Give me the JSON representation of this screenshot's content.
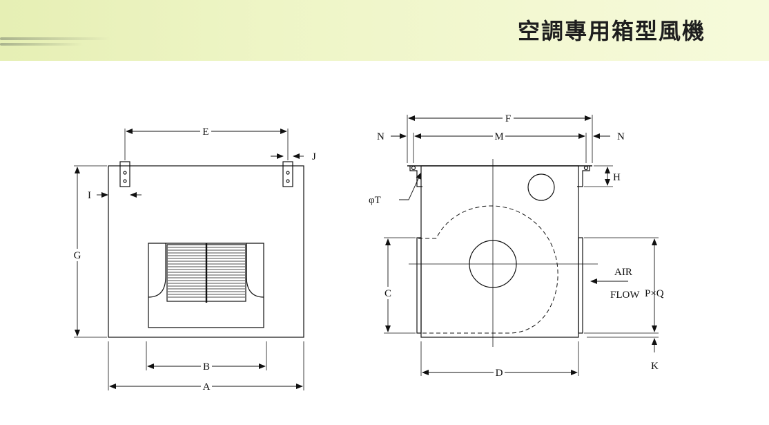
{
  "header": {
    "title": "空調專用箱型風機"
  },
  "front_view": {
    "dim_A": "A",
    "dim_B": "B",
    "dim_E": "E",
    "dim_G": "G",
    "dim_I": "I",
    "dim_J": "J"
  },
  "side_view": {
    "dim_F": "F",
    "dim_M": "M",
    "dim_N_left": "N",
    "dim_N_right": "N",
    "dim_H": "H",
    "dim_T": "φT",
    "dim_C": "C",
    "dim_D": "D",
    "dim_K": "K",
    "dim_PQ": "P×Q",
    "air_label": "AIR",
    "flow_label": "FLOW"
  }
}
